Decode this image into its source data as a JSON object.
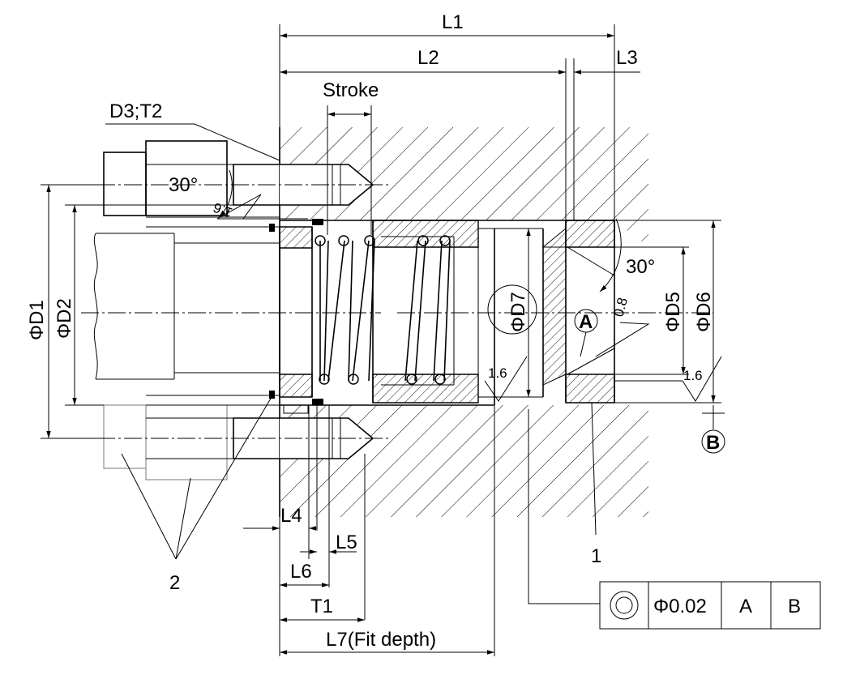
{
  "dimensions": {
    "l1": "L1",
    "l2": "L2",
    "l3": "L3",
    "l4": "L4",
    "l5": "L5",
    "l6": "L6",
    "l7": "L7(Fit  depth)",
    "t1": "T1",
    "stroke": "Stroke",
    "d3t2": "D3;T2",
    "d1": "ΦD1",
    "d2": "ΦD2",
    "d5": "ΦD5",
    "d6": "ΦD6",
    "d7": "ΦD7"
  },
  "angles": {
    "top": "30°",
    "chamfer": "30°"
  },
  "surface_finish": {
    "top_left": "1.6",
    "mid": "1.6",
    "right": "1.6",
    "chamfer": "0.8"
  },
  "datums": {
    "a": "A",
    "b": "B"
  },
  "callouts": {
    "part_1": "1",
    "part_2": "2"
  },
  "tolerance_frame": {
    "symbol": "concentricity-icon",
    "value": "Φ0.02",
    "datum_primary": "A",
    "datum_secondary": "B"
  }
}
